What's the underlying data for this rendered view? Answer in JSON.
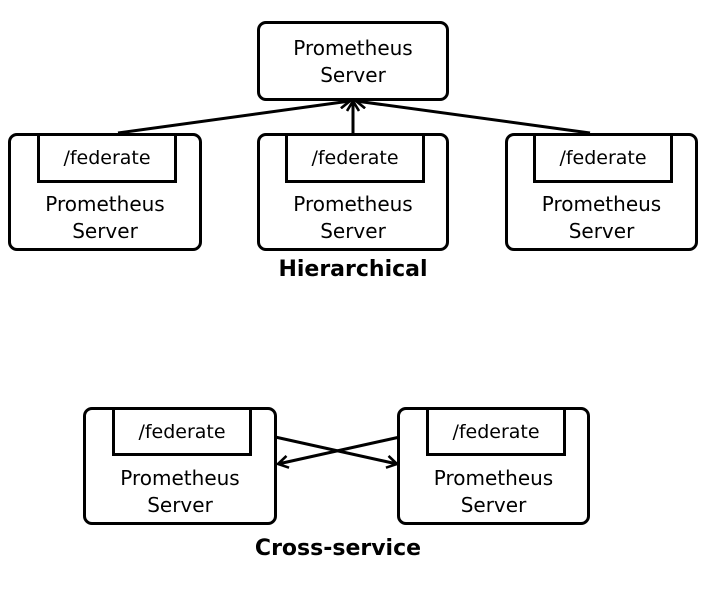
{
  "hierarchical": {
    "top_server": {
      "line1": "Prometheus",
      "line2": "Server"
    },
    "children": [
      {
        "tab": "/federate",
        "line1": "Prometheus",
        "line2": "Server"
      },
      {
        "tab": "/federate",
        "line1": "Prometheus",
        "line2": "Server"
      },
      {
        "tab": "/federate",
        "line1": "Prometheus",
        "line2": "Server"
      }
    ],
    "caption": "Hierarchical"
  },
  "cross_service": {
    "servers": [
      {
        "tab": "/federate",
        "line1": "Prometheus",
        "line2": "Server"
      },
      {
        "tab": "/federate",
        "line1": "Prometheus",
        "line2": "Server"
      }
    ],
    "caption": "Cross-service"
  },
  "colors": {
    "stroke": "#000000",
    "background": "#ffffff"
  }
}
